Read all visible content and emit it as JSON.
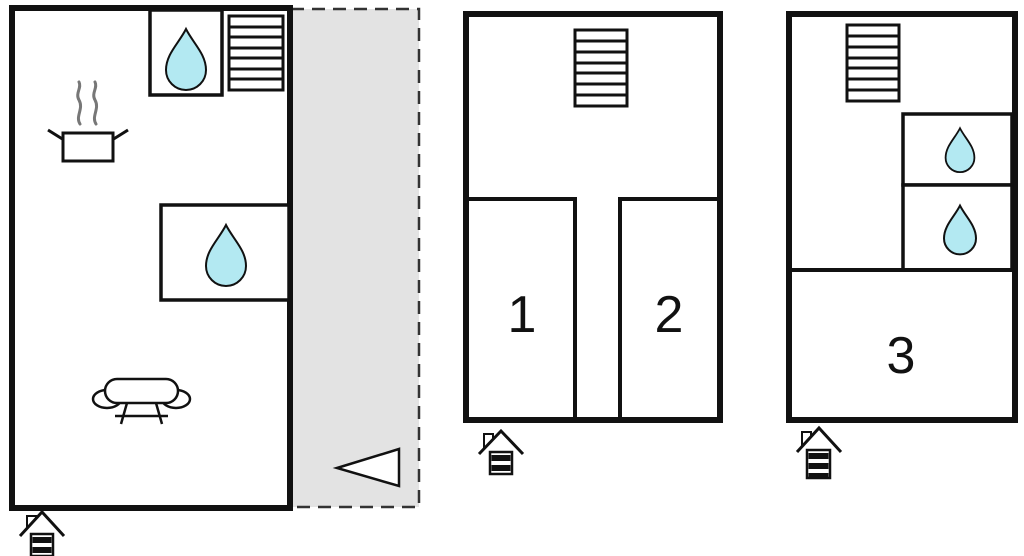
{
  "floor_plan": {
    "type": "vacation-house-floor-plan",
    "room_labels": {
      "room1": "1",
      "room2": "2",
      "room3": "3"
    },
    "icons": {
      "water_drop": "water-drop-icon",
      "stairs": "stairs-icon",
      "stove": "stove-pot-icon",
      "steam": "steam-icon",
      "sofa": "sofa-icon",
      "entrance": "entrance-house-icon",
      "arrow": "direction-arrow-icon"
    }
  },
  "colors": {
    "wall": "#111111",
    "interior_wall": "#111111",
    "water_drop_fill": "#b3e9f2",
    "terrace_fill": "#e3e3e3",
    "terrace_dash": "#333333",
    "steam": "#777777",
    "paper": "#ffffff"
  }
}
